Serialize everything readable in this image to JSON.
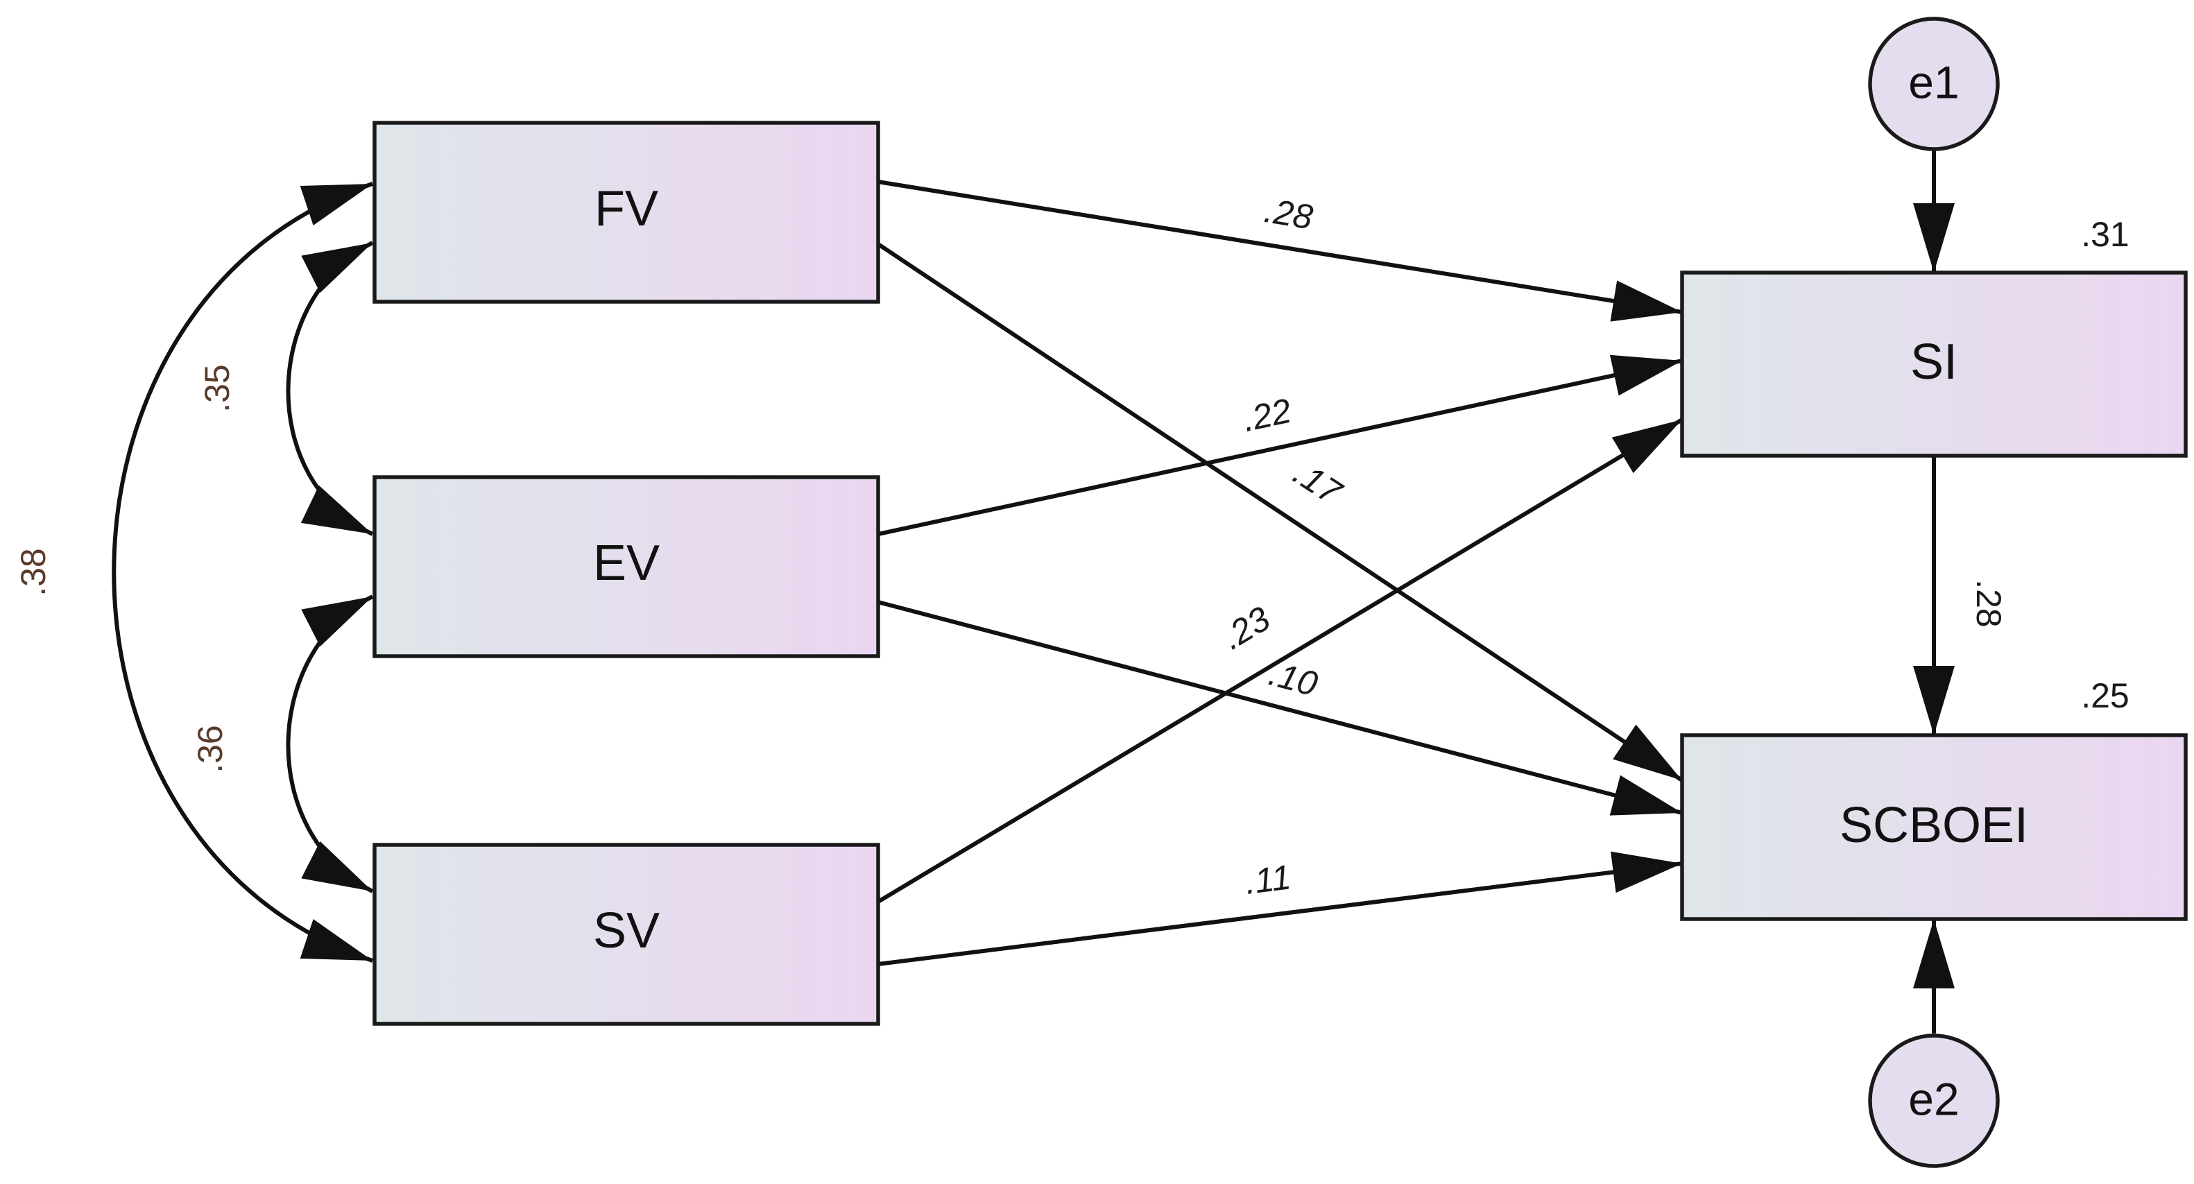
{
  "nodes": {
    "fv": "FV",
    "ev": "EV",
    "sv": "SV",
    "si": "SI",
    "scboei": "SCBOEI",
    "e1": "e1",
    "e2": "e2"
  },
  "paths": {
    "fv_si": ".28",
    "ev_si": ".22",
    "fv_scboei": ".17",
    "sv_si": ".23",
    "ev_scboei": ".10",
    "sv_scboei": ".11",
    "si_scboei": ".28"
  },
  "correlations": {
    "fv_ev": ".35",
    "ev_sv": ".36",
    "fv_sv": ".38"
  },
  "r_squared": {
    "si": ".31",
    "scboei": ".25"
  },
  "colors": {
    "box_gradient_start": "#dfe6ea",
    "box_gradient_end": "#ead6f0",
    "circle_fill": "#e4dcef",
    "line": "#111111"
  }
}
